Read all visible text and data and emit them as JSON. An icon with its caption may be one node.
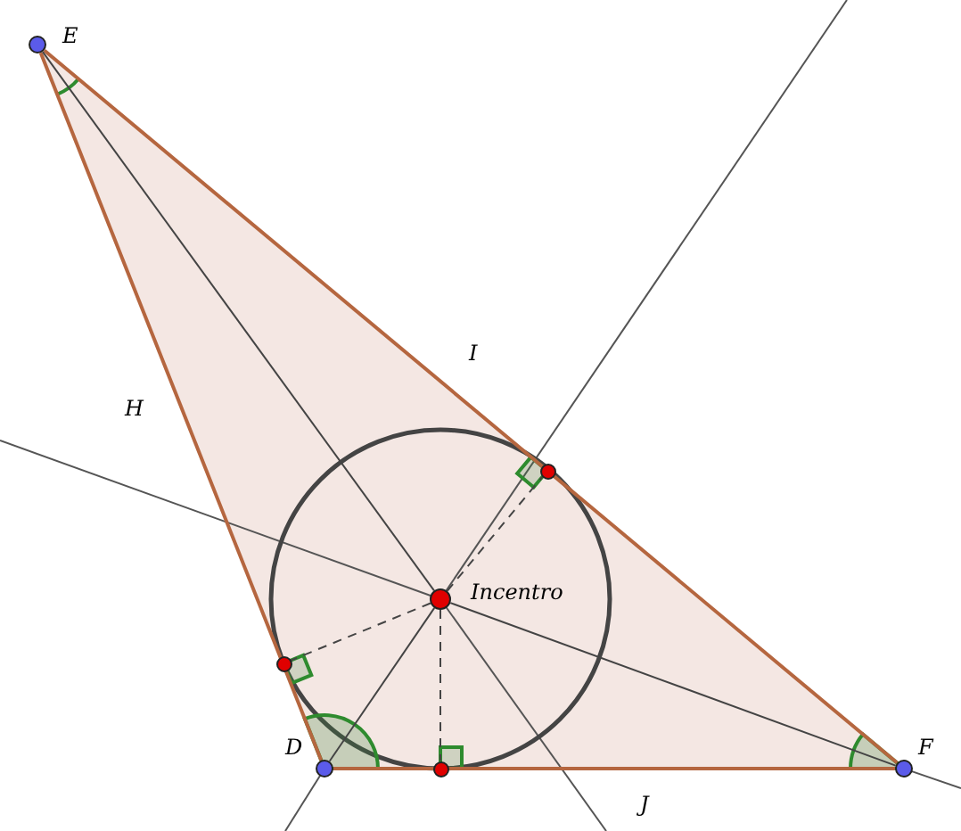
{
  "diagram": {
    "nodes": [
      {
        "text": [
          "E"
        ]
      },
      {
        "text": [
          "Incentro"
        ]
      },
      {
        "text": [
          "D"
        ]
      },
      {
        "text": [
          "F"
        ]
      },
      {
        "text": [],
        "shape": "circle"
      },
      {
        "text": [],
        "shape": "circle"
      },
      {
        "text": [],
        "shape": "circle"
      }
    ],
    "edges": [
      {
        "from": 0,
        "to": 3,
        "arrow": "none",
        "label": "I",
        "color": "#b5663f"
      },
      {
        "from": 0,
        "to": 2,
        "arrow": "none",
        "label": "H",
        "color": "#b5663f"
      },
      {
        "from": 2,
        "to": 3,
        "arrow": "none",
        "label": "J",
        "color": "#b5663f"
      },
      {
        "from": 0,
        "to": 1,
        "arrow": "none"
      },
      {
        "from": 2,
        "to": 1,
        "arrow": "none"
      },
      {
        "from": 3,
        "to": 1,
        "arrow": "none"
      },
      {
        "from": 1,
        "to": 4,
        "arrow": "none",
        "style": "dashed"
      },
      {
        "from": 1,
        "to": 5,
        "arrow": "none",
        "style": "dashed"
      },
      {
        "from": 1,
        "to": 6,
        "arrow": "none",
        "style": "dashed"
      }
    ]
  }
}
